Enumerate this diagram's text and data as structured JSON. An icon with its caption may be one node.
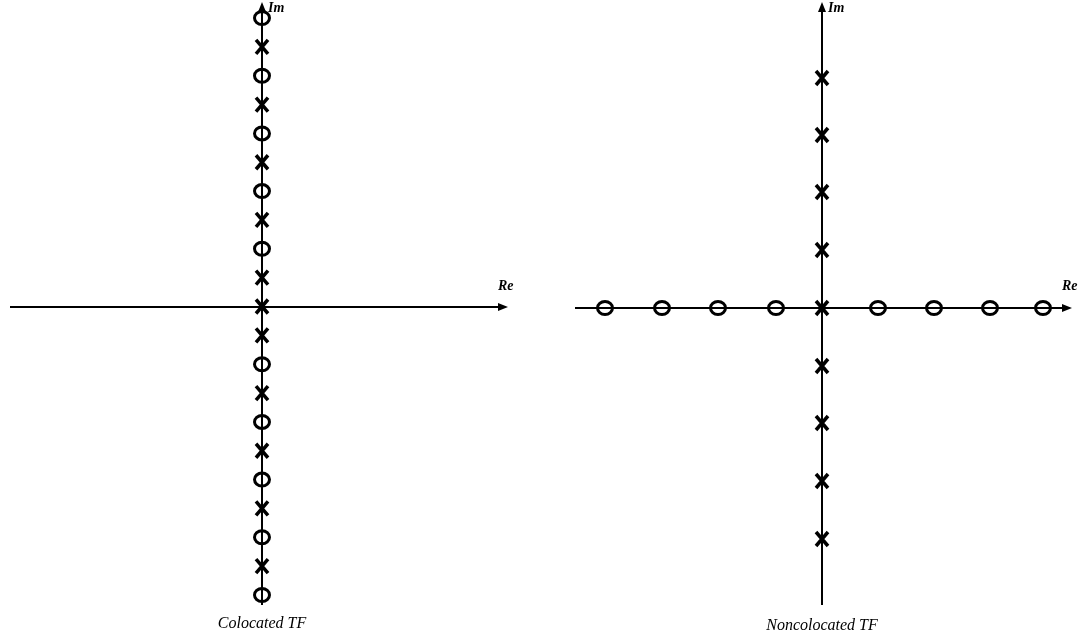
{
  "diagram": {
    "labels": [
      "Im",
      "Im",
      "Re",
      "Re",
      "Colocated TF",
      "Noncolocated TF"
    ]
  }
}
